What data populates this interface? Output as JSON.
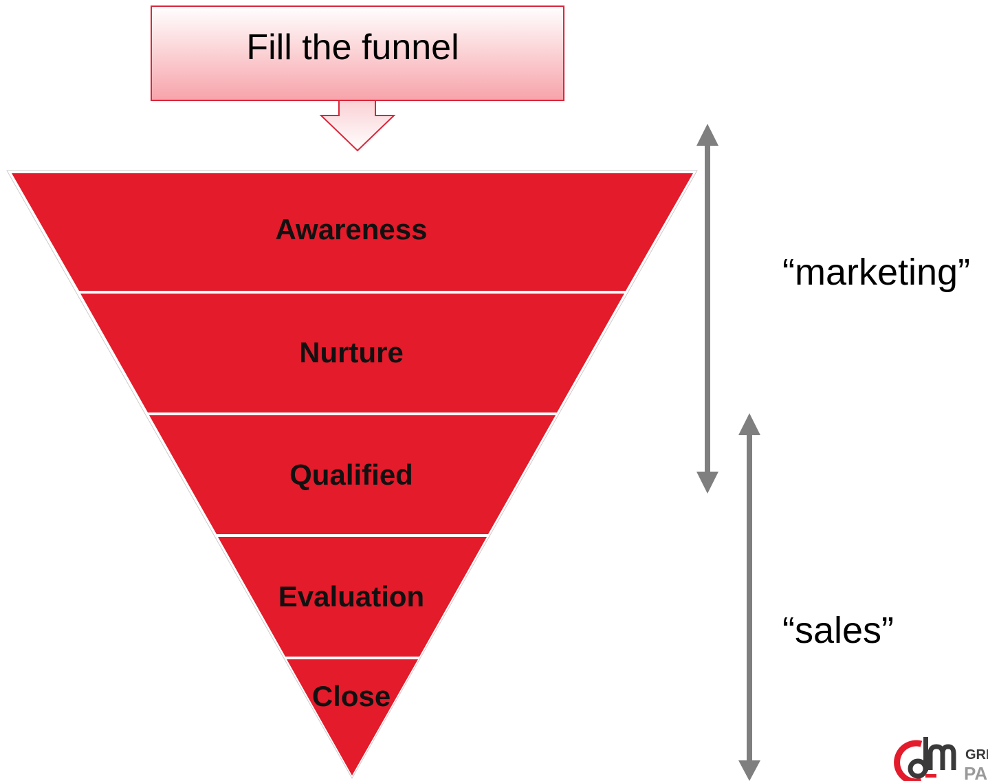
{
  "banner": {
    "label": "Fill the funnel"
  },
  "funnel": {
    "stages": [
      {
        "label": "Awareness"
      },
      {
        "label": "Nurture"
      },
      {
        "label": "Qualified"
      },
      {
        "label": "Evaluation"
      },
      {
        "label": "Close"
      }
    ]
  },
  "ranges": {
    "marketing": "“marketing”",
    "sales": "“sales”"
  },
  "logo": {
    "line1": "GRE",
    "line2": "PA"
  },
  "colors": {
    "funnel_fill": "#e31b2b",
    "banner_top": "#ffffff",
    "banner_bottom": "#f7a9af",
    "banner_border": "#d9263a",
    "arrow_gray": "#7f7f7f"
  },
  "icons": {
    "banner_arrow": "down-arrow-icon",
    "range_arrow": "double-headed-arrow-icon",
    "logo": "dm-logo-icon"
  }
}
